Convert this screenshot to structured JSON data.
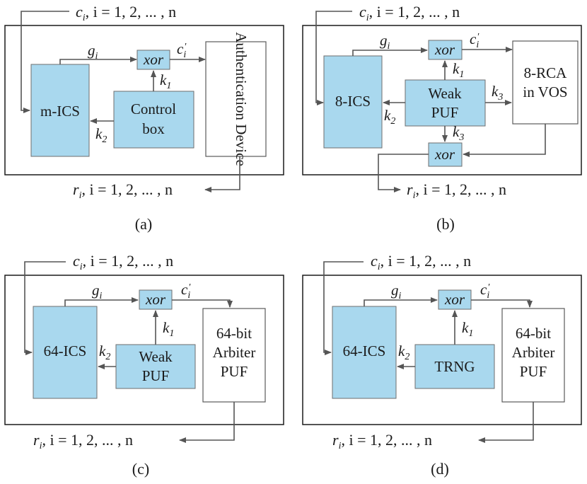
{
  "signals": {
    "challenge": "c",
    "challenge_sub": "i",
    "response": "r",
    "response_sub": "i",
    "index_range": ", i = 1, 2, ... , n",
    "g": "g",
    "g_sub": "i",
    "c_prime": "c",
    "c_prime_sub": "i",
    "c_prime_mark": "′",
    "xor": "xor",
    "k": "k",
    "k1_sub": "1",
    "k2_sub": "2",
    "k3_sub": "3"
  },
  "panels": {
    "a": {
      "caption": "(a)",
      "ics": "m-ICS",
      "control": [
        "Control",
        "box"
      ],
      "device": "Authentication Device"
    },
    "b": {
      "caption": "(b)",
      "ics": "8-ICS",
      "puf": [
        "Weak",
        "PUF"
      ],
      "rca": [
        "8-RCA",
        "in VOS"
      ]
    },
    "c": {
      "caption": "(c)",
      "ics": "64-ICS",
      "puf": [
        "Weak",
        "PUF"
      ],
      "arbiter": [
        "64-bit",
        "Arbiter",
        "PUF"
      ]
    },
    "d": {
      "caption": "(d)",
      "ics": "64-ICS",
      "trng": "TRNG",
      "arbiter": [
        "64-bit",
        "Arbiter",
        "PUF"
      ]
    }
  }
}
